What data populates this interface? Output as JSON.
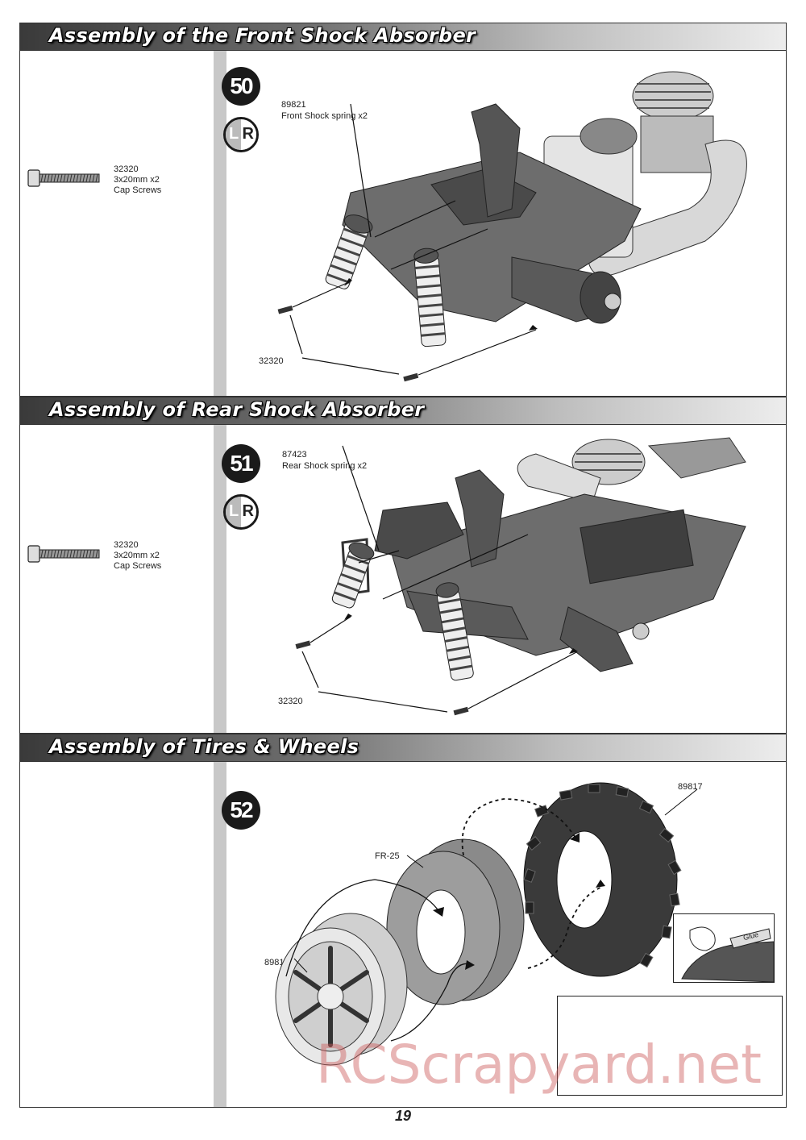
{
  "sections": [
    {
      "title": "Assembly of the Front Shock Absorber",
      "step": "50",
      "lr_left": "L",
      "lr_right": "R",
      "screw": {
        "part": "32320",
        "size": "3x20mm x2",
        "name": "Cap Screws"
      },
      "callouts": {
        "spring_part": "89821",
        "spring_name": "Front Shock spring x2",
        "screw_part": "32320"
      }
    },
    {
      "title": "Assembly of Rear Shock Absorber",
      "step": "51",
      "lr_left": "L",
      "lr_right": "R",
      "screw": {
        "part": "32320",
        "size": "3x20mm x2",
        "name": "Cap Screws"
      },
      "callouts": {
        "spring_part": "87423",
        "spring_name": "Rear Shock spring x2",
        "screw_part": "32320"
      }
    },
    {
      "title": "Assembly of Tires & Wheels",
      "step": "52",
      "callouts": {
        "tire_part": "89817",
        "foam_part": "FR-25",
        "wheel_part": "89816",
        "glue_label": "Glue"
      }
    }
  ],
  "page_number": "19",
  "watermark": "RCScrapyard.net",
  "colors": {
    "accent": "#1a1a1a",
    "divider": "#c8c8c8",
    "watermark": "#cd5a5a"
  }
}
